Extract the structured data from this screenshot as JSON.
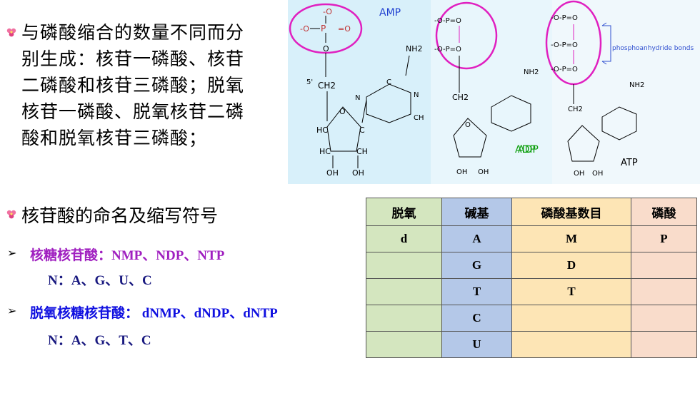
{
  "intro": {
    "lines": [
      "与磷酸缩合的数量不同而分",
      "别生成：核苷一磷酸、核苷",
      "二磷酸和核苷三磷酸；脱氧",
      "核苷一磷酸、脱氧核苷二磷",
      "酸和脱氧核苷三磷酸；"
    ]
  },
  "naming": {
    "heading": "核苷酸的命名及缩写符号",
    "ribo_label": "核糖核苷酸：NMP、NDP、NTP",
    "ribo_bases": "N：A、G、U、C",
    "deoxy_label": "脱氧核糖核苷酸： dNMP、dNDP、dNTP",
    "deoxy_bases": "N：A、G、T、C",
    "ribo_color": "#a020c0",
    "deoxy_color": "#1010e0",
    "bases_color": "#1a1a80"
  },
  "diagram": {
    "amp_label": "AMP",
    "adp_label": "ADP",
    "atp_label": "ATP",
    "bond_label": "phosphoanhydride bonds",
    "background": "#d8f0fa",
    "circle_color": "#e020c0"
  },
  "table": {
    "headers": [
      "脱氧",
      "碱基",
      "磷酸基数目",
      "磷酸"
    ],
    "rows": [
      [
        "d",
        "A",
        "M",
        "P"
      ],
      [
        "",
        "G",
        "D",
        ""
      ],
      [
        "",
        "T",
        "T",
        ""
      ],
      [
        "",
        "C",
        "",
        ""
      ],
      [
        "",
        "U",
        "",
        ""
      ]
    ]
  }
}
